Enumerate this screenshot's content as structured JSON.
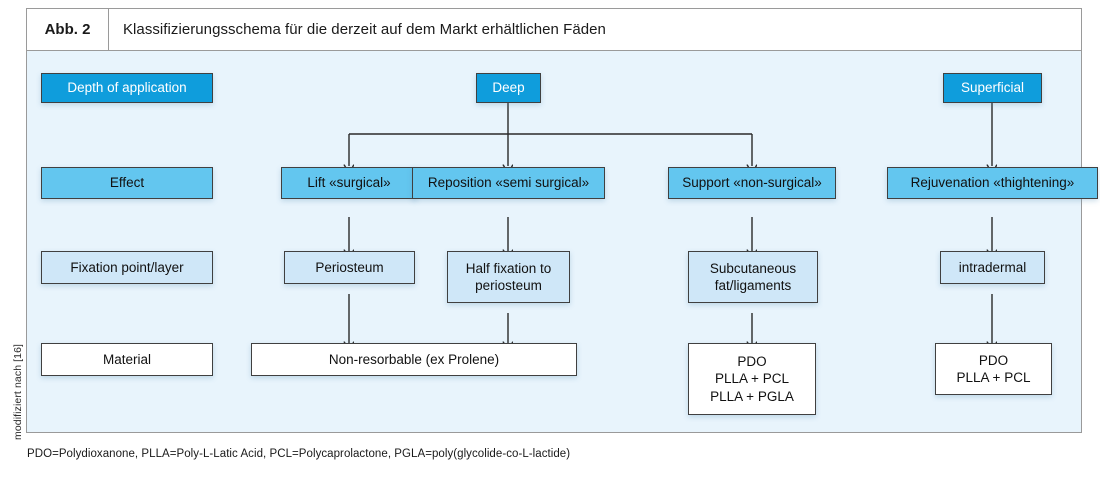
{
  "figure": {
    "label": "Abb. 2",
    "title": "Klassifizierungsschema für die derzeit auf dem Markt erhältlichen Fäden",
    "credit": "modifiziert nach [16]",
    "footnote": "PDO=Polydioxanone, PLLA=Poly-L-Latic Acid, PCL=Polycaprolactone, PGLA=poly(glycolide-co-L-lactide)"
  },
  "colors": {
    "panel_bg": "#e8f4fc",
    "level_dark": "#0f9ddc",
    "level_mid": "#63c6ef",
    "level_pale": "#cfe7f8",
    "level_white": "#ffffff",
    "border": "#404040",
    "frame": "#9a9a9a"
  },
  "row_labels": {
    "depth": "Depth of application",
    "effect": "Effect",
    "fixation": "Fixation point/layer",
    "material": "Material"
  },
  "nodes": {
    "deep": "Deep",
    "superficial": "Superficial",
    "lift": "Lift «surgical»",
    "reposition": "Reposition «semi surgical»",
    "support": "Support «non-surgical»",
    "rejuvenation": "Rejuvenation «thightening»",
    "periosteum": "Periosteum",
    "half_fixation": "Half fixation to\nperiosteum",
    "subcutaneous": "Subcutaneous\nfat/ligaments",
    "intradermal": "intradermal",
    "non_resorbable": "Non-resorbable (ex Prolene)",
    "material_deep": "PDO\nPLLA + PCL\nPLLA + PGLA",
    "material_superficial": "PDO\nPLLA + PCL"
  },
  "chart_data": {
    "type": "diagram",
    "title": "Klassifizierungsschema für die derzeit auf dem Markt erhältlichen Fäden",
    "rows": [
      "Depth of application",
      "Effect",
      "Fixation point/layer",
      "Material"
    ],
    "branches": [
      {
        "depth": "Deep",
        "effects": [
          {
            "effect": "Lift «surgical»",
            "fixation": "Periosteum",
            "material": "Non-resorbable (ex Prolene)"
          },
          {
            "effect": "Reposition «semi surgical»",
            "fixation": "Half fixation to periosteum",
            "material": "Non-resorbable (ex Prolene)"
          },
          {
            "effect": "Support «non-surgical»",
            "fixation": "Subcutaneous fat/ligaments",
            "material": "PDO, PLLA + PCL, PLLA + PGLA"
          }
        ]
      },
      {
        "depth": "Superficial",
        "effects": [
          {
            "effect": "Rejuvenation «thightening»",
            "fixation": "intradermal",
            "material": "PDO, PLLA + PCL"
          }
        ]
      }
    ]
  }
}
